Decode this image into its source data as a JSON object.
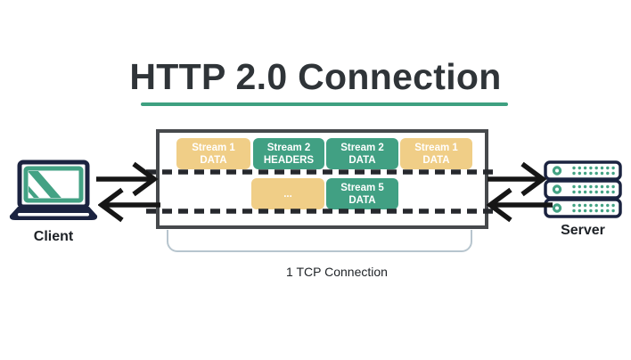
{
  "title": {
    "text": "HTTP 2.0 Connection"
  },
  "client": {
    "label": "Client"
  },
  "server": {
    "label": "Server"
  },
  "connection": {
    "label": "1 TCP Connection"
  },
  "streams": {
    "row1": [
      {
        "name": "Stream 1",
        "type": "DATA",
        "color": "stream_yellow"
      },
      {
        "name": "Stream 2",
        "type": "HEADERS",
        "color": "stream_green"
      },
      {
        "name": "Stream 2",
        "type": "DATA",
        "color": "stream_green"
      },
      {
        "name": "Stream 1",
        "type": "DATA",
        "color": "stream_yellow"
      }
    ],
    "row2": [
      {
        "name": "...",
        "type": "",
        "color": "stream_yellow"
      },
      {
        "name": "Stream 5",
        "type": "DATA",
        "color": "stream_green"
      }
    ]
  },
  "colors": {
    "stream_yellow": "#F0CE87",
    "stream_green": "#41A083",
    "underline_green": "#3EA080",
    "icon_navy": "#1B2340",
    "icon_green": "#43A284",
    "box_border": "#46494C",
    "dashed_line": "#26282D",
    "arrow_black": "#161616",
    "bracket_gray": "#B7C5CE",
    "text_dark": "#2F3438"
  }
}
